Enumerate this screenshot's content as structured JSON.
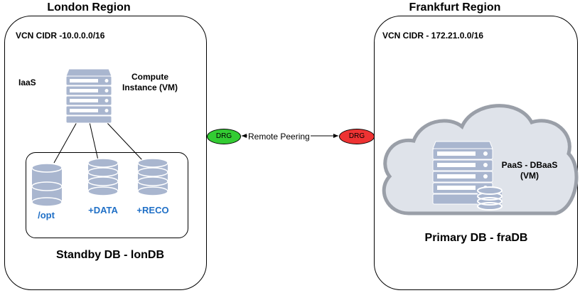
{
  "colors": {
    "server_fill": "#a9b6cf",
    "server_stroke": "#ffffff",
    "disk_fill": "#a9b6cf",
    "label_blue": "#1f6fc6",
    "drg_left": "#33cc33",
    "drg_right": "#ee3333",
    "cloud_fill": "#dfe3ea",
    "cloud_stroke": "#9a9fa8"
  },
  "london": {
    "title": "London Region",
    "cidr": "VCN CIDR -10.0.0.0/16",
    "iaas_label": "IaaS",
    "compute_label": "Compute Instance (VM)",
    "disks": [
      "/opt",
      "+DATA",
      "+RECO"
    ],
    "db_label": "Standby DB - lonDB",
    "icons": [
      "server-icon",
      "disk-icon"
    ]
  },
  "frankfurt": {
    "title": "Frankfurt Region",
    "cidr": "VCN CIDR - 172.21.0.0/16",
    "paas_label": "PaaS - DBaaS (VM)",
    "db_label": "Primary DB - fraDB",
    "icons": [
      "cloud-icon",
      "server-icon",
      "disk-icon"
    ]
  },
  "peering": {
    "label": "Remote Peering",
    "left_drg": "DRG",
    "right_drg": "DRG"
  }
}
